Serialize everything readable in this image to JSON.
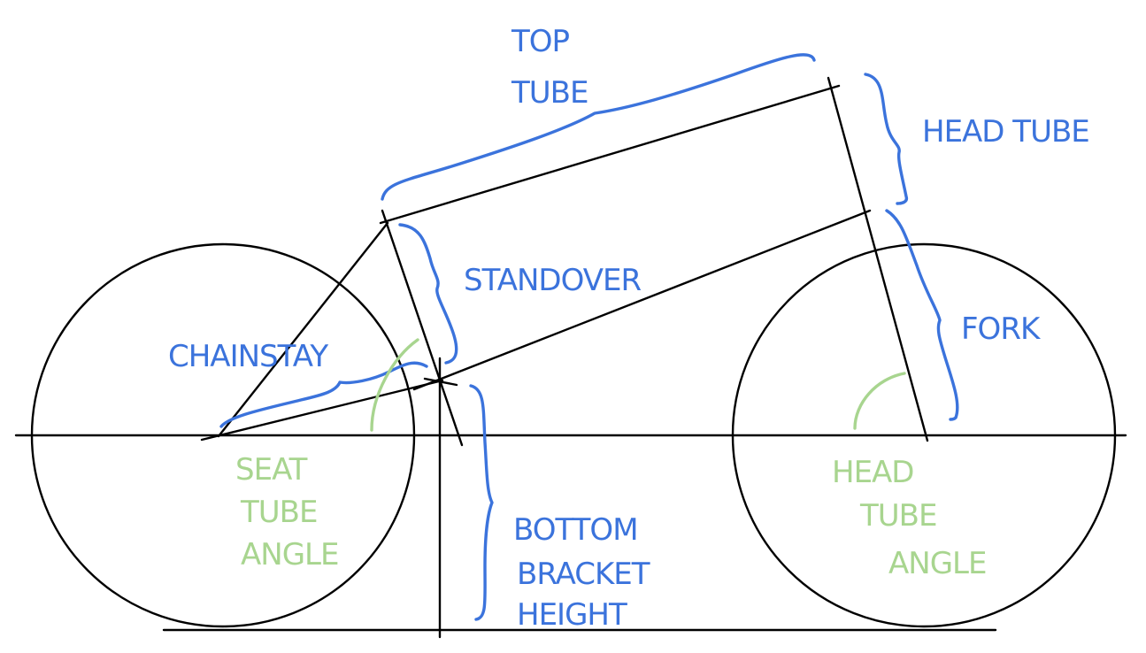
{
  "labels": {
    "top_tube_1": "TOP",
    "top_tube_2": "TUBE",
    "head_tube": "HEAD TUBE",
    "standover": "STANDOVER",
    "chainstay": "CHAINSTAY",
    "fork": "FORK",
    "seat_tube_angle_1": "SEAT",
    "seat_tube_angle_2": "TUBE",
    "seat_tube_angle_3": "ANGLE",
    "head_tube_angle_1": "HEAD",
    "head_tube_angle_2": "TUBE",
    "head_tube_angle_3": "ANGLE",
    "bottom_bracket_1": "BOTTOM",
    "bottom_bracket_2": "BRACKET",
    "bottom_bracket_3": "HEIGHT"
  },
  "colors": {
    "line": "#000000",
    "dimension": "#3b73dc",
    "angle": "#a8d58f",
    "background": "#ffffff"
  }
}
